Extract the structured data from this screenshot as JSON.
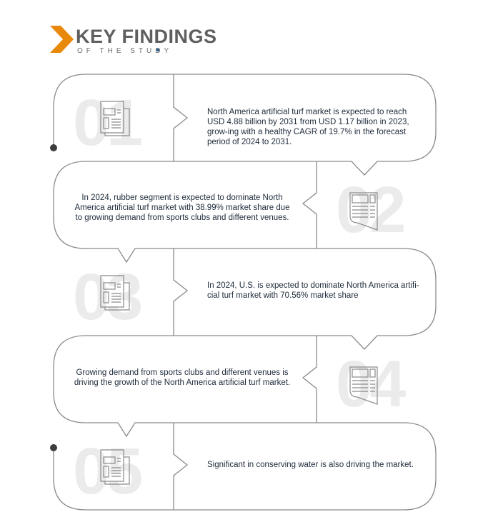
{
  "header": {
    "title": "KEY FINDINGS",
    "subtitle": "OF THE STUDY"
  },
  "colors": {
    "accent": "#e8890c",
    "line": "#8a8a8a",
    "number": "#ebebeb"
  },
  "findings": [
    {
      "number": "01",
      "icon": "newspaper-icon",
      "text": "North America artificial turf market is expected to reach USD 4.88 billion by 2031 from USD 1.17 billion in 2023, grow-ing with a healthy CAGR of 19.7% in the forecast period of 2024 to 2031."
    },
    {
      "number": "02",
      "icon": "newspaper-icon",
      "text": "In 2024, rubber segment is expected to dominate North America artificial turf market with 38.99% market share due to growing demand from sports clubs and different venues."
    },
    {
      "number": "03",
      "icon": "newspaper-icon",
      "text": "In 2024, U.S. is expected to dominate North America artifi-cial turf market with 70.56% market share"
    },
    {
      "number": "04",
      "icon": "newspaper-icon",
      "text": "Growing demand from sports clubs and different venues is driving the growth of the North America artificial turf market."
    },
    {
      "number": "05",
      "icon": "newspaper-icon",
      "text": "Significant in conserving water is also driving the market."
    }
  ]
}
